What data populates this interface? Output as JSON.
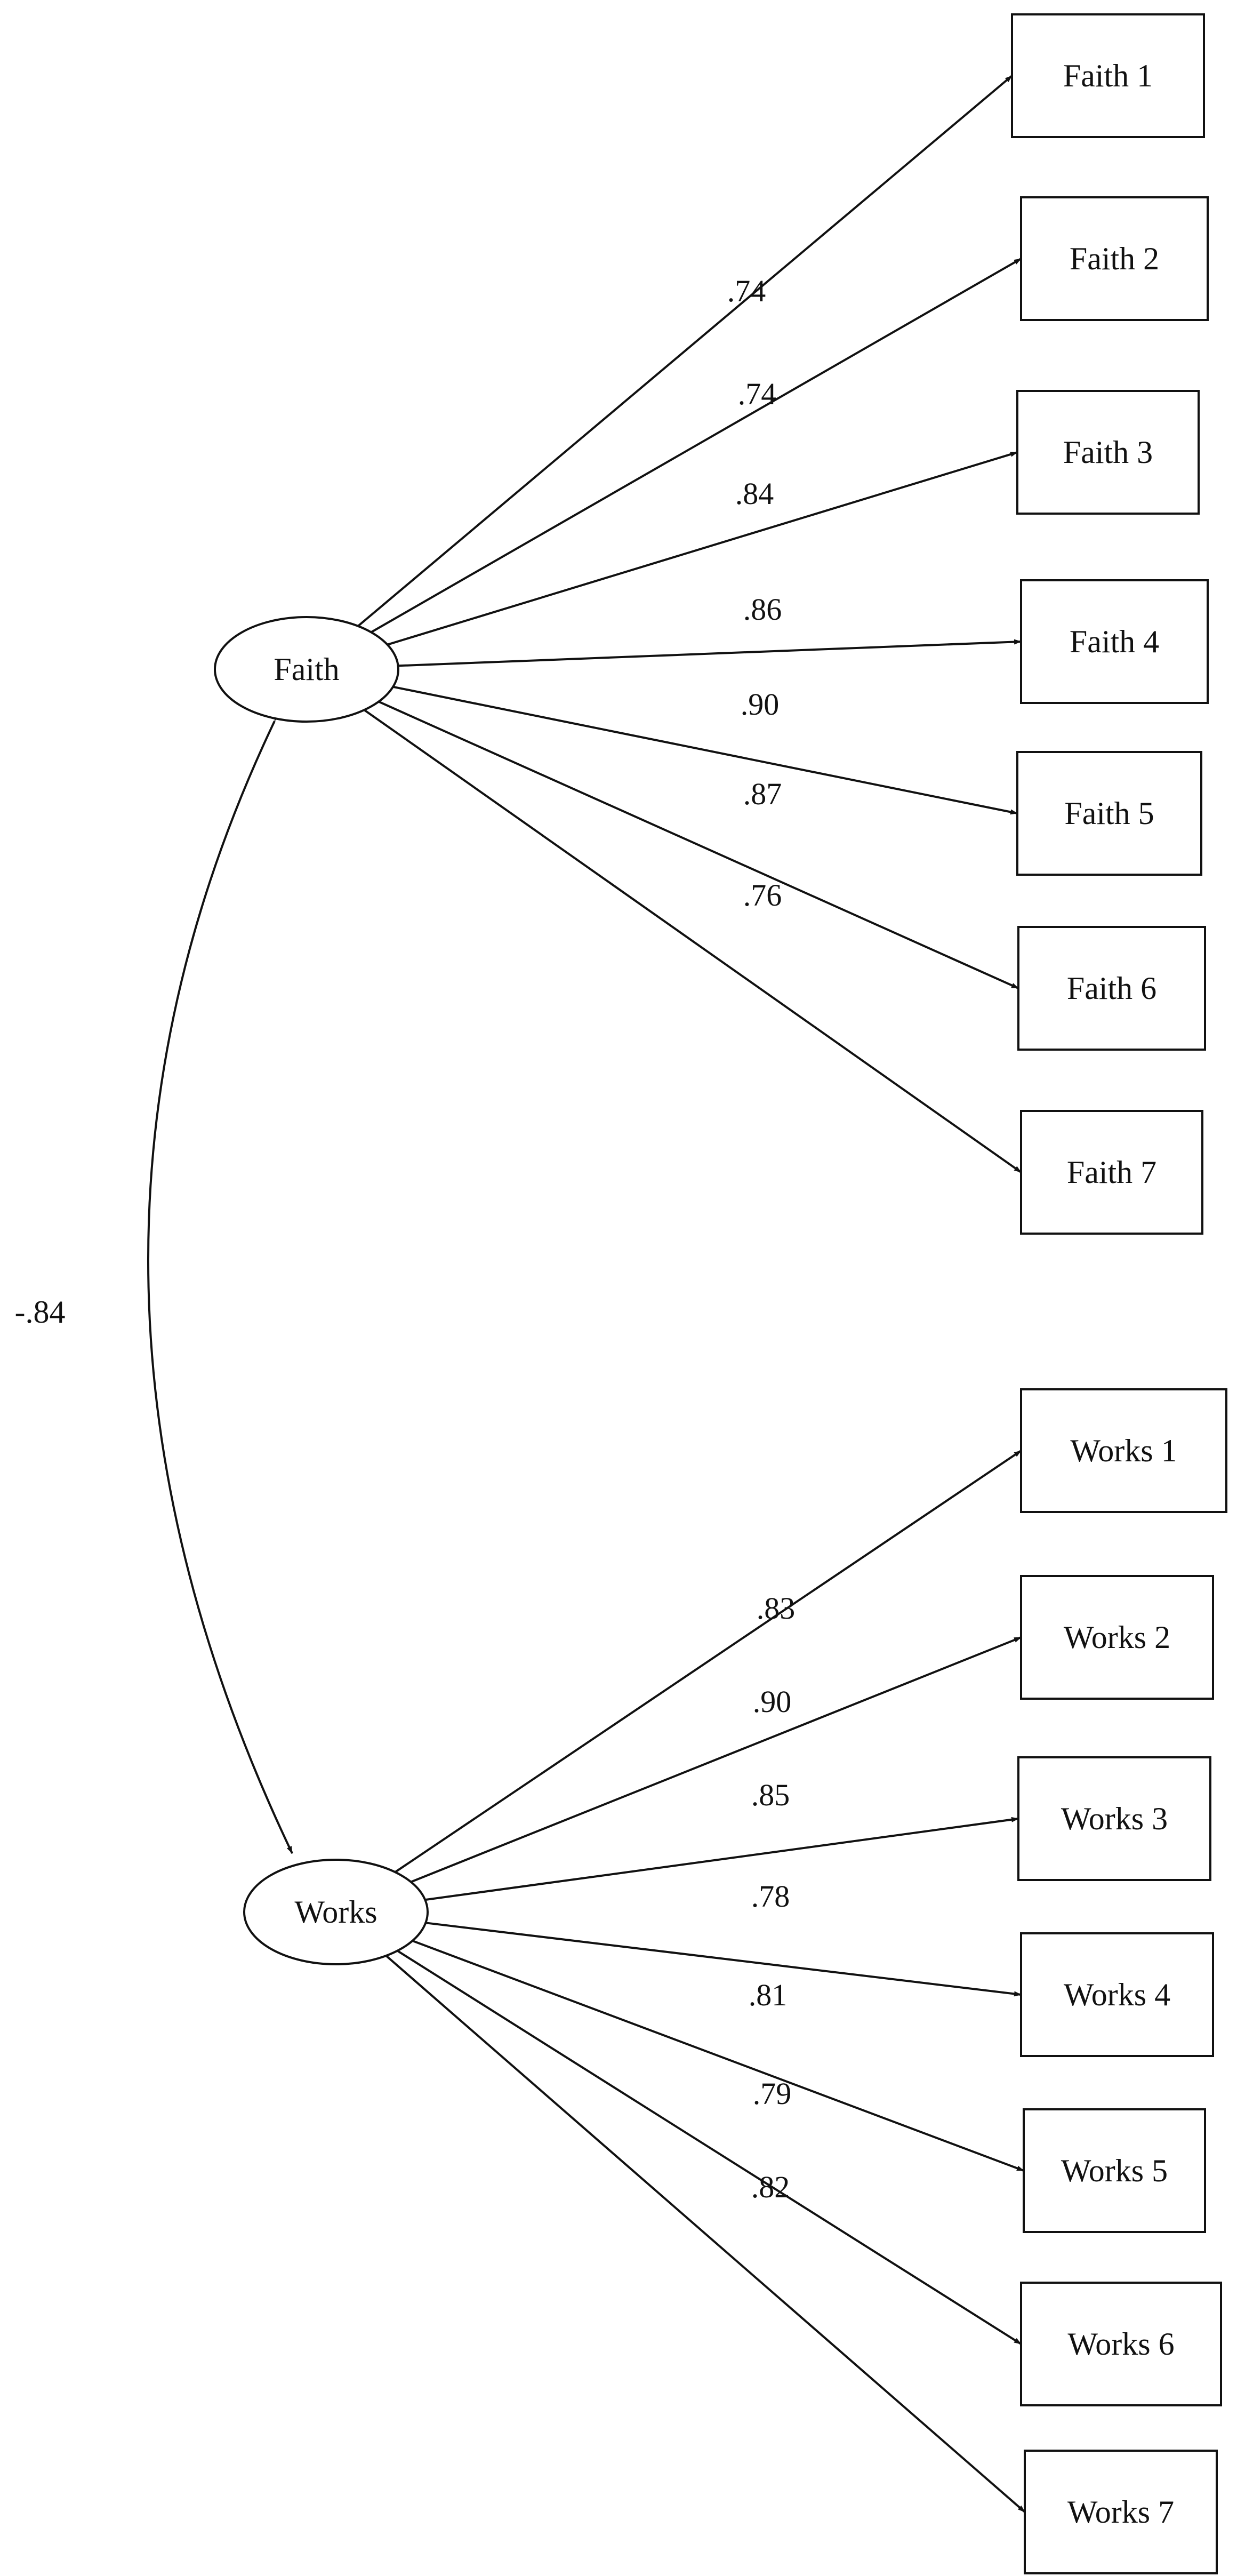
{
  "latent_factors": [
    {
      "name": "Faith",
      "indicators": [
        {
          "label": "Faith 1",
          "loading": ".74"
        },
        {
          "label": "Faith 2",
          "loading": ".74"
        },
        {
          "label": "Faith 3",
          "loading": ".84"
        },
        {
          "label": "Faith 4",
          "loading": ".86"
        },
        {
          "label": "Faith 5",
          "loading": ".90"
        },
        {
          "label": "Faith 6",
          "loading": ".87"
        },
        {
          "label": "Faith 7",
          "loading": ".76"
        }
      ]
    },
    {
      "name": "Works",
      "indicators": [
        {
          "label": "Works 1",
          "loading": ".83"
        },
        {
          "label": "Works 2",
          "loading": ".90"
        },
        {
          "label": "Works 3",
          "loading": ".85"
        },
        {
          "label": "Works 4",
          "loading": ".78"
        },
        {
          "label": "Works 5",
          "loading": ".81"
        },
        {
          "label": "Works 6",
          "loading": ".79"
        },
        {
          "label": "Works 7",
          "loading": ".82"
        }
      ]
    }
  ],
  "factor_correlation": "-.84"
}
